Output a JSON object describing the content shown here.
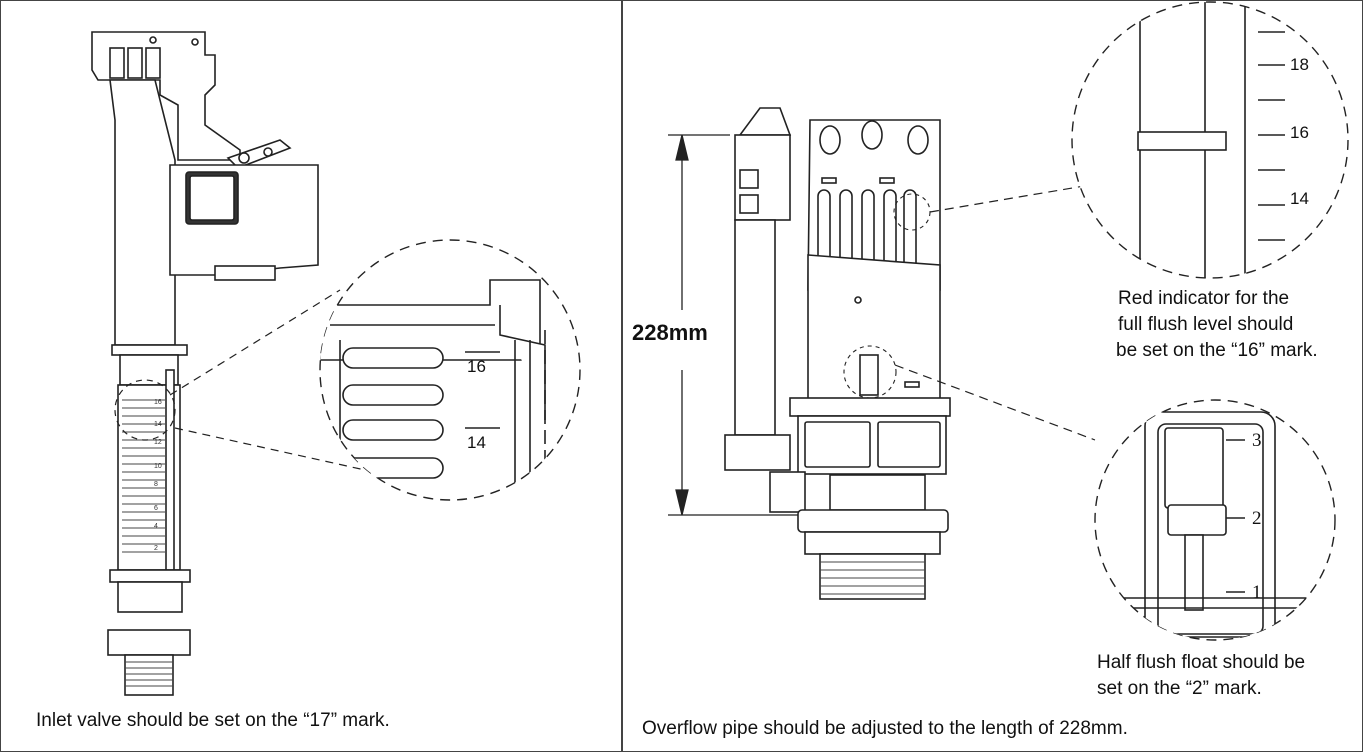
{
  "left_panel": {
    "caption": "Inlet valve should be set on the “17” mark.",
    "detail_marks": [
      "16",
      "14"
    ],
    "body_scale_marks": [
      "16",
      "14",
      "12",
      "10",
      "8",
      "6",
      "4",
      "2"
    ]
  },
  "right_panel": {
    "caption": "Overflow pipe should be adjusted to the length of 228mm.",
    "dimension_label": "228mm",
    "top_detail_marks": [
      "18",
      "16",
      "14"
    ],
    "top_note": [
      "Red indicator for the",
      "full flush level should",
      "be set on the “16” mark."
    ],
    "bottom_detail_marks": [
      "3",
      "2",
      "1"
    ],
    "bottom_note": [
      "Half flush float should be",
      "set on the “2” mark."
    ]
  }
}
